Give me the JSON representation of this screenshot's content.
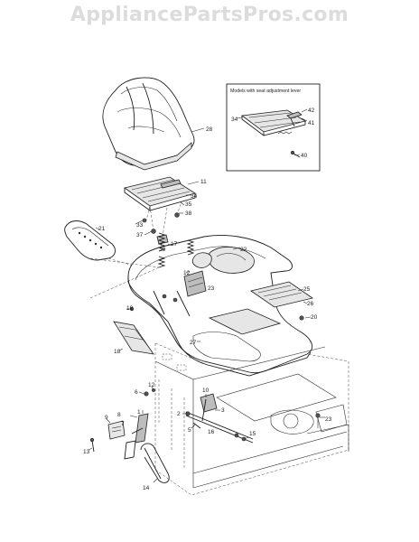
{
  "watermark": "AppliancePartsPros.com",
  "inset": {
    "title": "Models with seat adjustment lever",
    "callouts": [
      "42",
      "41",
      "34",
      "40"
    ]
  },
  "callouts": [
    "28",
    "11",
    "34",
    "35",
    "38",
    "33",
    "37",
    "39",
    "21",
    "22",
    "17",
    "12",
    "23",
    "25",
    "26",
    "20",
    "19",
    "18",
    "27",
    "6",
    "12",
    "10",
    "9",
    "8",
    "7",
    "1",
    "2",
    "3",
    "16",
    "15",
    "23",
    "13",
    "14",
    "5"
  ]
}
